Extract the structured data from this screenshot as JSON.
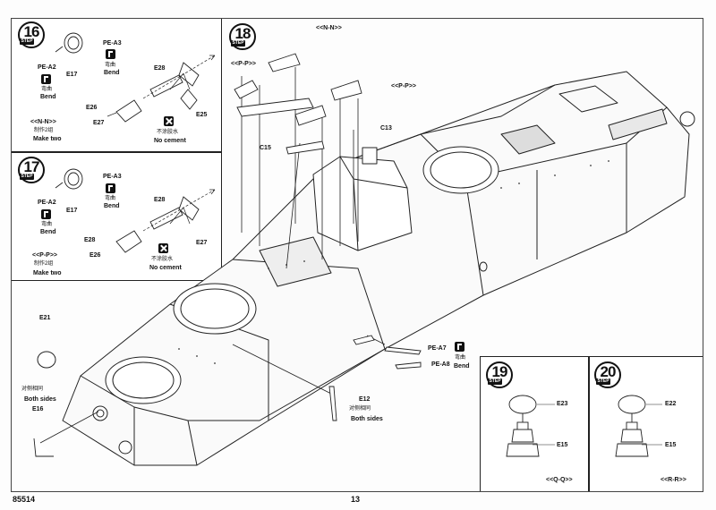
{
  "document": {
    "page_number": "13",
    "product_code": "85514"
  },
  "step16": {
    "number": "16",
    "tag": "STEP",
    "parts": [
      "E17",
      "PE-A2",
      "PE-A3",
      "E28",
      "E26",
      "E27",
      "E25"
    ],
    "bend_cn": "弯曲",
    "bend_en": "Bend",
    "no_cement_cn": "不涂胶水",
    "no_cement_en": "No cement",
    "view": "<<N-N>>",
    "make_cn": "制作2组",
    "make_en": "Make two"
  },
  "step17": {
    "number": "17",
    "tag": "STEP",
    "parts": [
      "E17",
      "PE-A2",
      "PE-A3",
      "E28",
      "E26",
      "E27"
    ],
    "bend_cn": "弯曲",
    "bend_en": "Bend",
    "no_cement_cn": "不涂胶水",
    "no_cement_en": "No cement",
    "view": "<<P-P>>",
    "make_cn": "制作2组",
    "make_en": "Make two"
  },
  "step18": {
    "number": "18",
    "tag": "STEP",
    "views": [
      "<<N-N>>",
      "<<P-P>>",
      "<<P-P>>"
    ],
    "parts": [
      "C15",
      "C13",
      "E21",
      "E16",
      "E12",
      "PE-A7",
      "PE-A8"
    ],
    "both_sides_cn": "对侧相同",
    "both_sides_en": "Both sides",
    "bend_cn": "弯曲",
    "bend_en": "Bend"
  },
  "step19": {
    "number": "19",
    "tag": "STEP",
    "parts": [
      "E23",
      "E15"
    ],
    "view": "<<Q-Q>>"
  },
  "step20": {
    "number": "20",
    "tag": "STEP",
    "parts": [
      "E22",
      "E15"
    ],
    "view": "<<R-R>>"
  }
}
